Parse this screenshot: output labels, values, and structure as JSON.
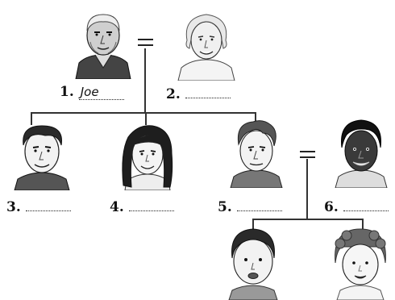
{
  "members": [
    {
      "number": "1.",
      "answer": "Joe",
      "portrait": "older-man-portrait"
    },
    {
      "number": "2.",
      "answer": "",
      "portrait": "older-woman-portrait"
    },
    {
      "number": "3.",
      "answer": "",
      "portrait": "young-man-portrait"
    },
    {
      "number": "4.",
      "answer": "",
      "portrait": "young-woman-portrait"
    },
    {
      "number": "5.",
      "answer": "",
      "portrait": "man-portrait"
    },
    {
      "number": "6.",
      "answer": "",
      "portrait": "woman-portrait"
    },
    {
      "portrait": "boy-portrait"
    },
    {
      "portrait": "girl-portrait"
    }
  ],
  "marriage_symbol": "="
}
